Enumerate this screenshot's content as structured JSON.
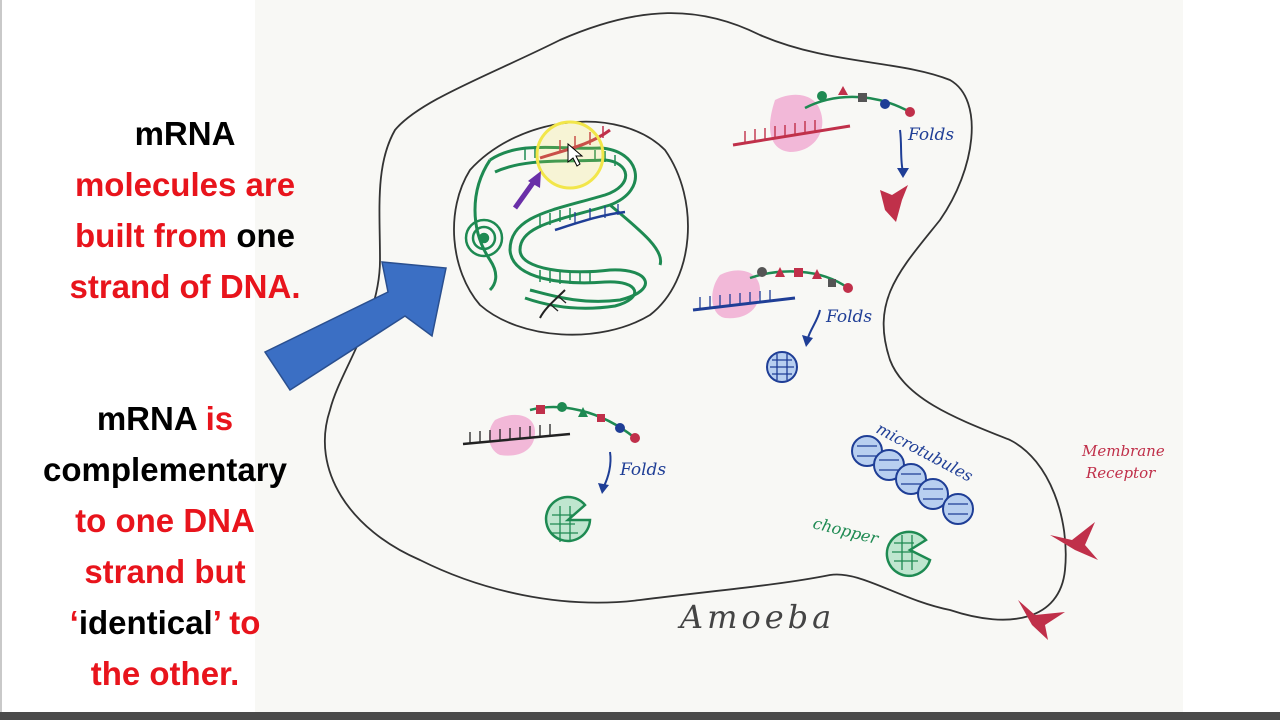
{
  "caption_top": {
    "line1": "mRNA",
    "line2": "molecules are",
    "line3_red": "built from",
    "line3_black": " one",
    "line4": "strand of DNA."
  },
  "caption_bottom": {
    "line1_black": "mRNA",
    "line1_red": " is",
    "line2": "complementary",
    "line3": "to one DNA",
    "line4": "strand but",
    "line5_red_open": "‘",
    "line5_black": "identical",
    "line5_red_close": "’ to",
    "line6": "the other."
  },
  "labels": {
    "folds_1": "Folds",
    "folds_2": "Folds",
    "folds_3": "Folds",
    "microtubules": "microtubules",
    "chopper": "chopper",
    "membrane": "Membrane",
    "receptor": "Receptor",
    "amoeba": "Amoeba"
  },
  "colors": {
    "caption_red": "#e8141c",
    "arrow_blue": "#3b6fc4",
    "dna_green": "#1e8a52",
    "mrna_red": "#c0304a",
    "ribosome_pink": "#f2b8d8",
    "folds_blue": "#1f3e96",
    "highlight_yellow": "#f2e64a",
    "pointer_purple": "#6a2fa8"
  }
}
